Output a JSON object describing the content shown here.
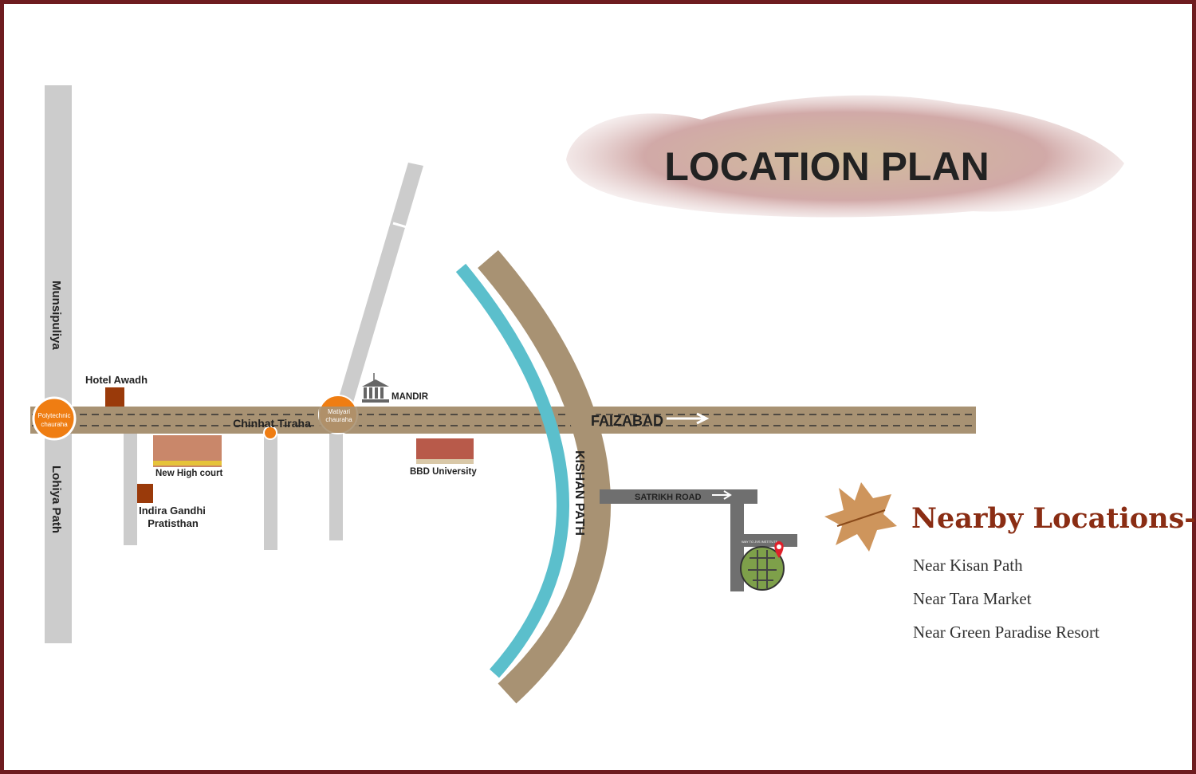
{
  "title": "LOCATION PLAN",
  "roads": {
    "munsipuliya": "Munsipuliya",
    "lohiya_path": "Lohiya Path",
    "faizabad": "FAIZABAD",
    "kishan_path": "KISHAN PATH",
    "satrikh_road": "SATRIKH ROAD",
    "way_to_jvs": "WAY TO JVS INSTITUTE"
  },
  "landmarks": {
    "hotel_awadh": "Hotel Awadh",
    "polytechnic_1": "Polytechnic",
    "polytechnic_2": "chauraha",
    "chinhat": "Chinhat Tiraha",
    "matiyari_1": "Matiyari",
    "matiyari_2": "chauraha",
    "mandir": "MANDIR",
    "new_high_court": "New High court",
    "indira_1": "Indira Gandhi",
    "indira_2": "Pratisthan",
    "bbd": "BBD University"
  },
  "nearby": {
    "heading": "Nearby Locations-",
    "items": [
      "Near Kisan Path",
      "Near Tara Market",
      "Near Green Paradise Resort"
    ]
  },
  "colors": {
    "frame": "#6e1c1f",
    "road": "#a89273",
    "river": "#5bbfcc",
    "marker": "#ef7d12",
    "heading": "#8a2d14"
  }
}
